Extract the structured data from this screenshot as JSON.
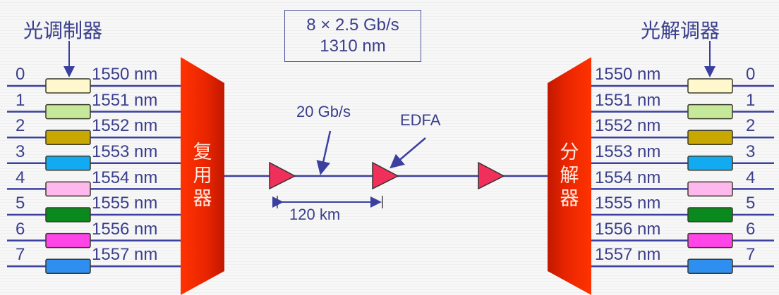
{
  "modulator": {
    "title": "光调制器"
  },
  "demodulator": {
    "title": "光解调器"
  },
  "mux": {
    "label_chars": [
      "复",
      "用",
      "器"
    ],
    "color": "#ee2200"
  },
  "demux": {
    "label_chars": [
      "分",
      "解",
      "器"
    ],
    "color": "#ee2200"
  },
  "info_box": {
    "line1": "8 × 2.5 Gb/s",
    "line2": "1310 nm"
  },
  "link": {
    "rate_label": "20 Gb/s",
    "amplifier_label": "EDFA",
    "span_label": "120 km",
    "amplifier_color": "#f0305a",
    "amplifier_count": 3
  },
  "channels": [
    {
      "index": "0",
      "wavelength": "1550 nm",
      "color": "#fff8cc"
    },
    {
      "index": "1",
      "wavelength": "1551 nm",
      "color": "#c6e89a"
    },
    {
      "index": "2",
      "wavelength": "1552 nm",
      "color": "#c8a800"
    },
    {
      "index": "3",
      "wavelength": "1553 nm",
      "color": "#12aaf0"
    },
    {
      "index": "4",
      "wavelength": "1554 nm",
      "color": "#ffb8ee"
    },
    {
      "index": "5",
      "wavelength": "1555 nm",
      "color": "#0a8a1e"
    },
    {
      "index": "6",
      "wavelength": "1556 nm",
      "color": "#ff44e8"
    },
    {
      "index": "7",
      "wavelength": "1557 nm",
      "color": "#2e8ff0"
    }
  ],
  "colors": {
    "line": "#3b40a0",
    "text": "#3b3f8c"
  }
}
